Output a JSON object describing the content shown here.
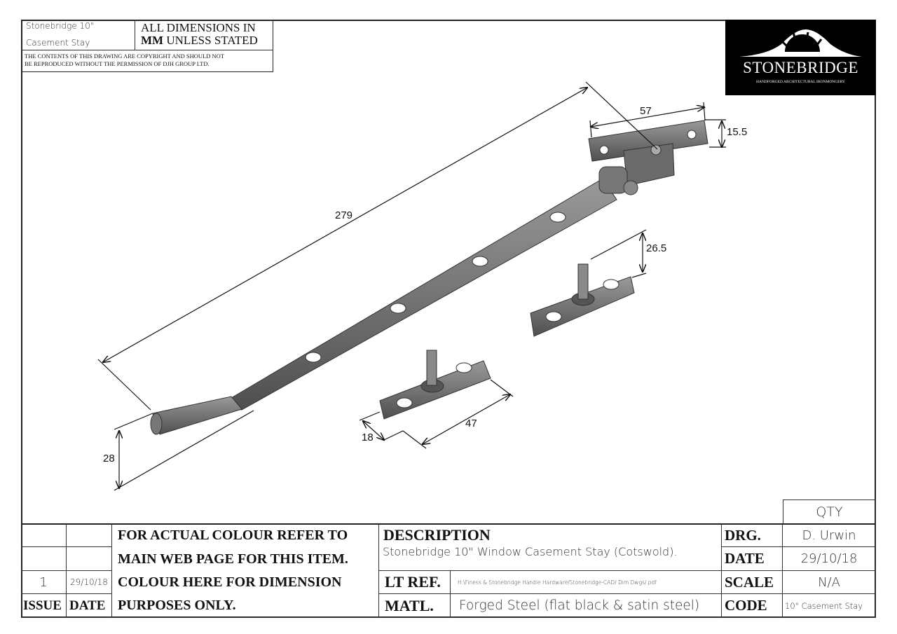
{
  "header": {
    "product_line1": "Stonebridge 10\"",
    "product_line2": "Casement Stay",
    "dims_line1": "ALL DIMENSIONS IN",
    "dims_mm": "MM",
    "dims_line2_rest": " UNLESS STATED",
    "copyright_line1": "THE CONTENTS OF THIS DRAWING ARE COPYRIGHT AND  SHOULD  NOT",
    "copyright_line2": "BE REPRODUCED WITHOUT THE PERMISSION OF DJH GROUP LTD."
  },
  "logo": {
    "name": "STONEBRIDGE",
    "tagline": "HANDFORGED ARCHITECTURAL IRONMONGERY"
  },
  "dimensions": {
    "length": "279",
    "bracket_width": "57",
    "bracket_height": "15.5",
    "pin_height": "26.5",
    "plate_length": "47",
    "plate_width": "18",
    "handle_dia": "28"
  },
  "title_block": {
    "qty_label": "QTY",
    "colour_note": [
      "FOR ACTUAL COLOUR REFER TO",
      "MAIN WEB PAGE FOR THIS ITEM.",
      "COLOUR HERE FOR DIMENSION",
      "PURPOSES ONLY."
    ],
    "issue_value": "1",
    "date_value": "29/10/18",
    "issue_label": "ISSUE",
    "date_label": "DATE",
    "description_label": "DESCRIPTION",
    "description": "Stonebridge 10\" Window Casement Stay (Cotswold).",
    "lt_ref_label": "LT REF.",
    "lt_ref": "H:\\Finess & Stonebridge Handle Hardware/Stonebridge-CAD/ Dim Dwgs/.pdf",
    "matl_label": "MATL.",
    "matl": "Forged Steel (flat black & satin steel)",
    "drg_label": "DRG.",
    "drg": "D. Urwin",
    "date2_label": "DATE",
    "date2": "29/10/18",
    "scale_label": "SCALE",
    "scale": "N/A",
    "code_label": "CODE",
    "code": "10\" Casement Stay"
  }
}
